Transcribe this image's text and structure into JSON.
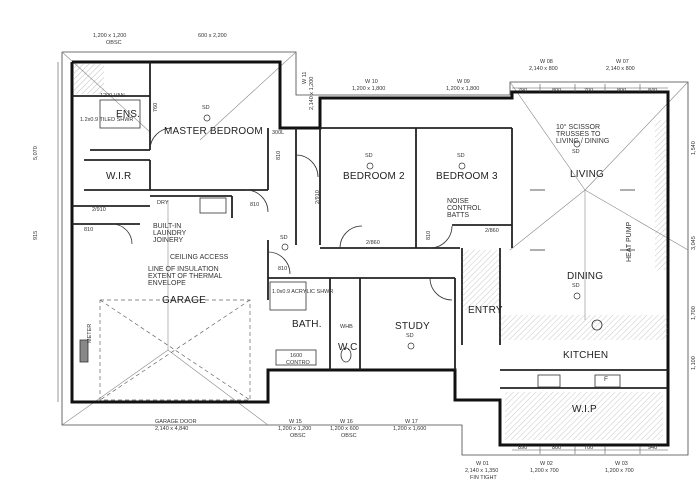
{
  "rooms": {
    "master_bedroom": "MASTER BEDROOM",
    "ens": "ENS.",
    "wir": "W.I.R",
    "bedroom2": "BEDROOM 2",
    "bedroom3": "BEDROOM 3",
    "living": "LIVING",
    "dining": "DINING",
    "kitchen": "KITCHEN",
    "wip": "W.I.P",
    "garage": "GARAGE",
    "study": "STUDY",
    "entry": "ENTRY",
    "bath": "BATH.",
    "wc": "W.C",
    "laundry": "DRY"
  },
  "notes": {
    "builtin": "BUILT-IN",
    "laundry_joinery1": "LAUNDRY",
    "laundry_joinery2": "JOINERY",
    "ceiling_access": "CEILING ACCESS",
    "insulation1": "LINE OF INSULATION",
    "insulation2": "EXTENT OF THERMAL",
    "insulation3": "ENVELOPE",
    "noise1": "NOISE",
    "noise2": "CONTROL",
    "noise3": "BATTS",
    "scissor1": "10° SCISSOR",
    "scissor2": "TRUSSES TO",
    "scissor3": "LIVING / DINING",
    "heat_pump": "HEAT PUMP",
    "van": "1200 VAN",
    "shwr": "1.2x0.9 TILED SHWR",
    "acrylic": "1.0x0.9 ACRYLIC SHWR",
    "bath_size": "1600",
    "bath_ctrl": "CONTRO",
    "meter": "METER",
    "sd": "SD",
    "whb": "WHB"
  },
  "windows": {
    "w_top_left_size": "1,200 x 1,200",
    "w_top_left_type": "OBSC",
    "w_top_mid_size": "600 x 2,200",
    "w11": "W 11",
    "w11_size": "2,140 x 1,200",
    "w10": "W 10",
    "w10_size": "1,200 x 1,800",
    "w09": "W 09",
    "w09_size": "1,200 x 1,800",
    "w08": "W 08",
    "w08_size": "2,140 x 800",
    "w07": "W 07",
    "w07_size": "2,140 x 800",
    "garage_door": "GARAGE DOOR",
    "garage_door_size": "2,140 x 4,840",
    "w15": "W 15",
    "w15_size": "1,200 x 1,200",
    "w15_type": "OBSC",
    "w16": "W 16",
    "w16_size": "1,200 x 600",
    "w16_type": "OBSC",
    "w17": "W 17",
    "w17_size": "1,200 x 1,600",
    "w01": "W 01",
    "w01_size": "2,140 x 1,350",
    "w01_type": "FIN TIGHT",
    "w02": "W 02",
    "w02_size": "1,200 x 700",
    "w03": "W 03",
    "w03_size": "1,200 x 700"
  },
  "dims": {
    "top_790": "790",
    "top_800a": "800",
    "top_700": "700",
    "top_800b": "800",
    "top_840": "840",
    "bot_890": "890",
    "bot_800": "800",
    "bot_700": "700",
    "bot_940": "940",
    "d810_a": "810",
    "d810_b": "810",
    "d810_c": "810",
    "d810_d": "810",
    "d810_e": "810",
    "d760": "760",
    "d2910": "2/910",
    "d2910b": "2/910",
    "d2860a": "2/860",
    "d2860b": "2/860",
    "d300l": "300L",
    "d3070": "5,070",
    "d915": "915",
    "d1540": "1,540",
    "d3045": "3,045",
    "d1700": "1,700",
    "d1100": "1,100"
  },
  "appliances": {
    "oven": "F"
  }
}
